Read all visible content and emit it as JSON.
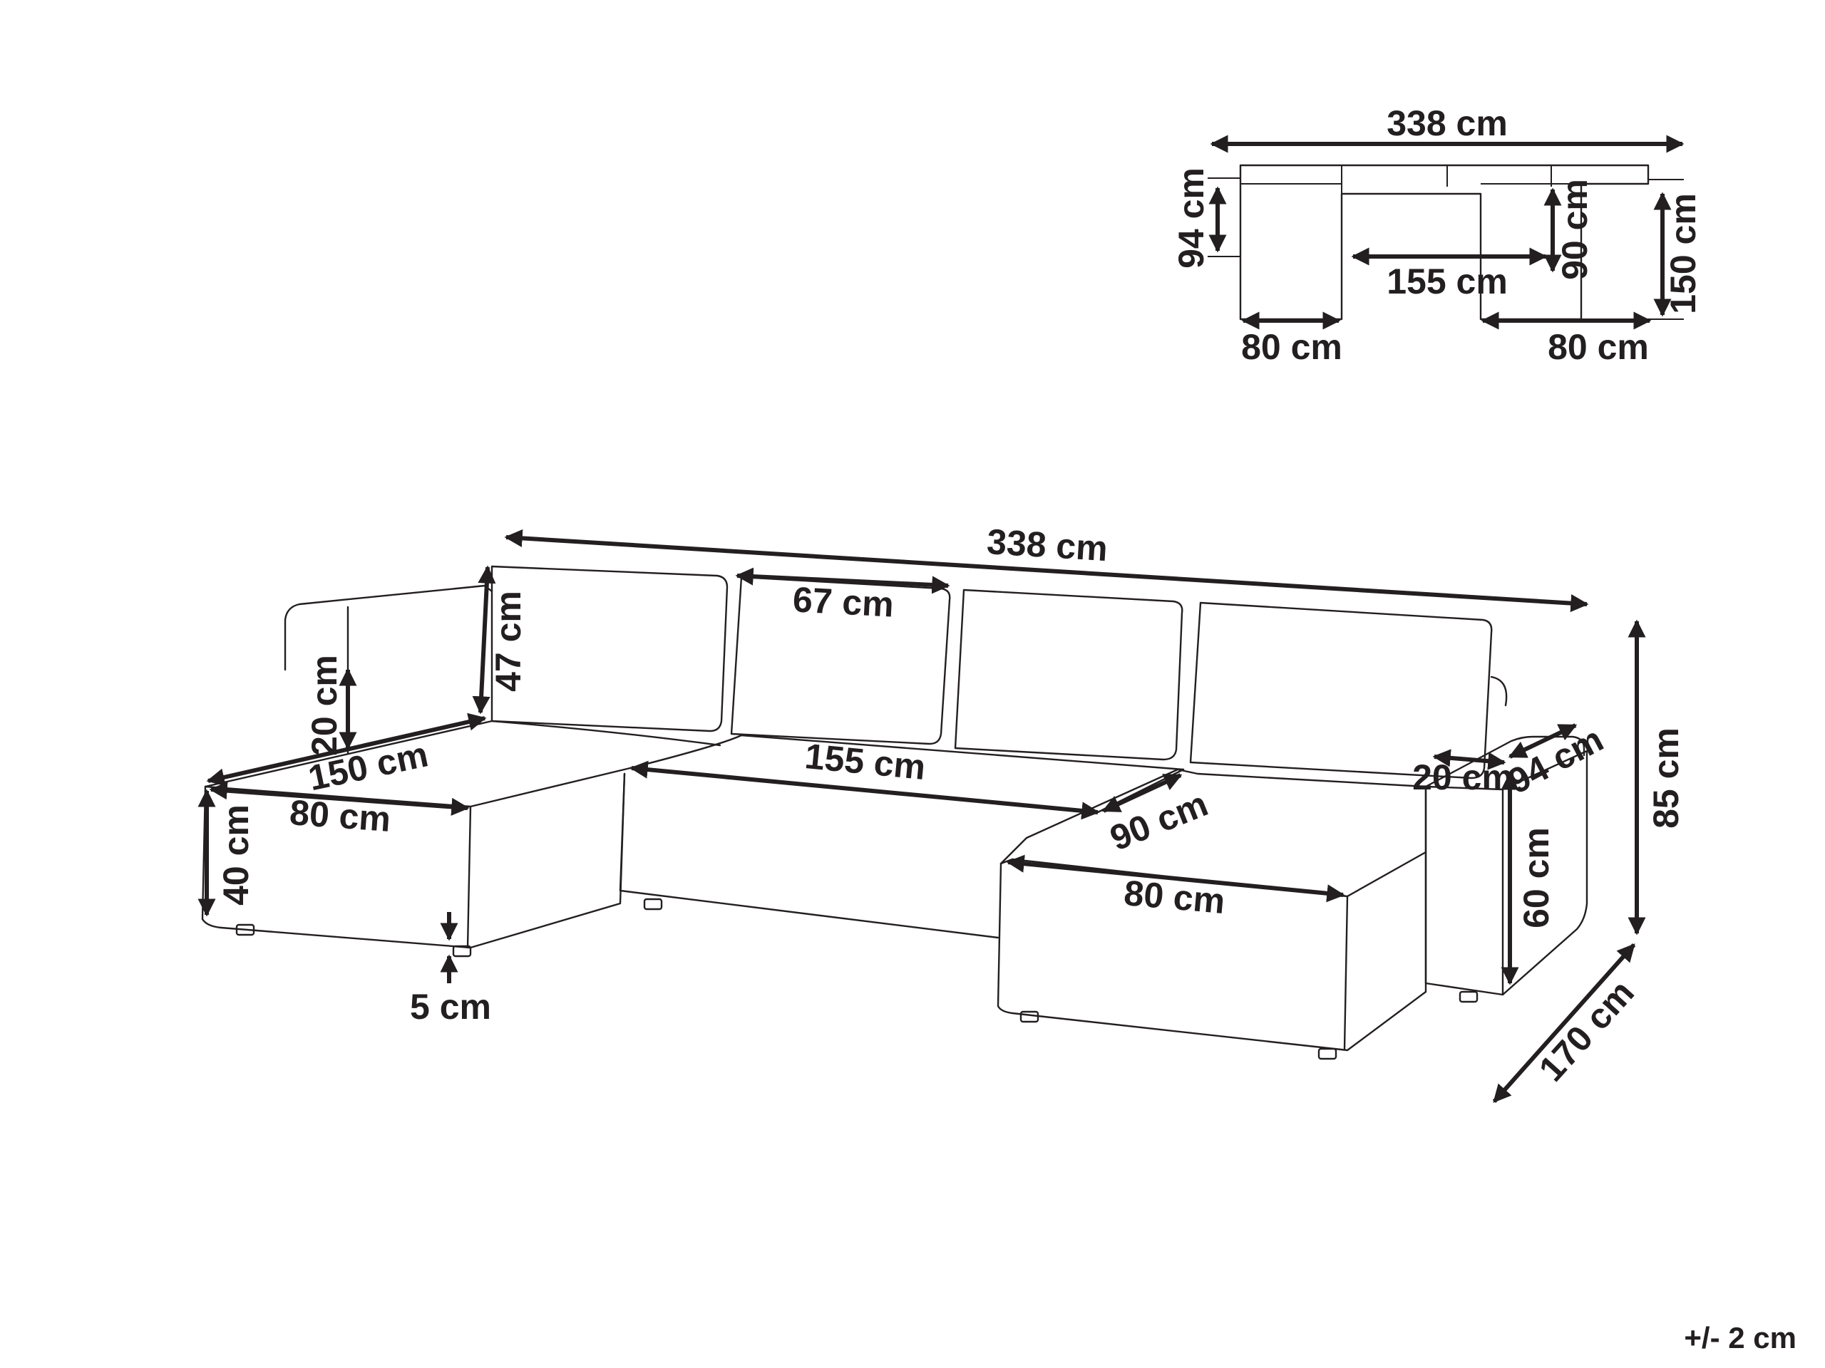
{
  "top_view": {
    "width": "338 cm",
    "left_depth": "94 cm",
    "center_width": "155 cm",
    "seat_depth": "90 cm",
    "chaise_length": "150 cm",
    "left_chaise_width": "80 cm",
    "right_chaise_width": "80 cm"
  },
  "perspective_view": {
    "width": "338 cm",
    "cushion_width": "67 cm",
    "backrest_height": "47 cm",
    "armrest_height": "20 cm",
    "chaise_length": "150 cm",
    "left_chaise_width": "80 cm",
    "seat_height": "40 cm",
    "leg_height": "5 cm",
    "center_width": "155 cm",
    "seat_depth": "90 cm",
    "right_chaise_width": "80 cm",
    "arm_width": "20 cm",
    "arm_depth": "94 cm",
    "arm_height": "60 cm",
    "total_height": "85 cm",
    "total_depth": "170 cm"
  },
  "tolerance": "+/- 2 cm"
}
